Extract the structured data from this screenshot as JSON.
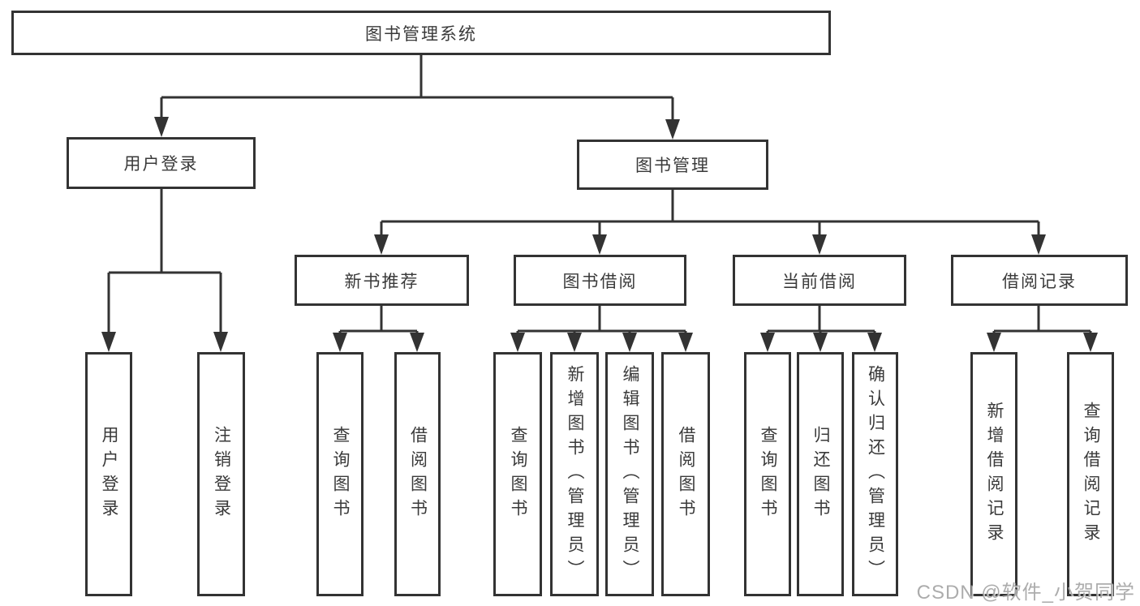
{
  "tree": {
    "root": "图书管理系统",
    "level2": [
      "用户登录",
      "图书管理"
    ],
    "level3": [
      "新书推荐",
      "图书借阅",
      "当前借阅",
      "借阅记录"
    ],
    "leaves": {
      "user_login": [
        "用户登录",
        "注销登录"
      ],
      "new_book_recommend": [
        "查询图书",
        "借阅图书"
      ],
      "book_borrow": [
        "查询图书",
        "新增图书（管理员）",
        "编辑图书（管理员）",
        "借阅图书"
      ],
      "current_borrow": [
        "查询图书",
        "归还图书",
        "确认归还（管理员）"
      ],
      "borrow_record": [
        "新增借阅记录",
        "查询借阅记录"
      ]
    }
  },
  "watermark": "CSDN @软件_小贺同学",
  "colors": {
    "line": "#333333",
    "box_border": "#333333",
    "box_fill": "#ffffff",
    "text": "#3a3a3a",
    "watermark": "#9e9e9e",
    "background": "#ffffff"
  }
}
